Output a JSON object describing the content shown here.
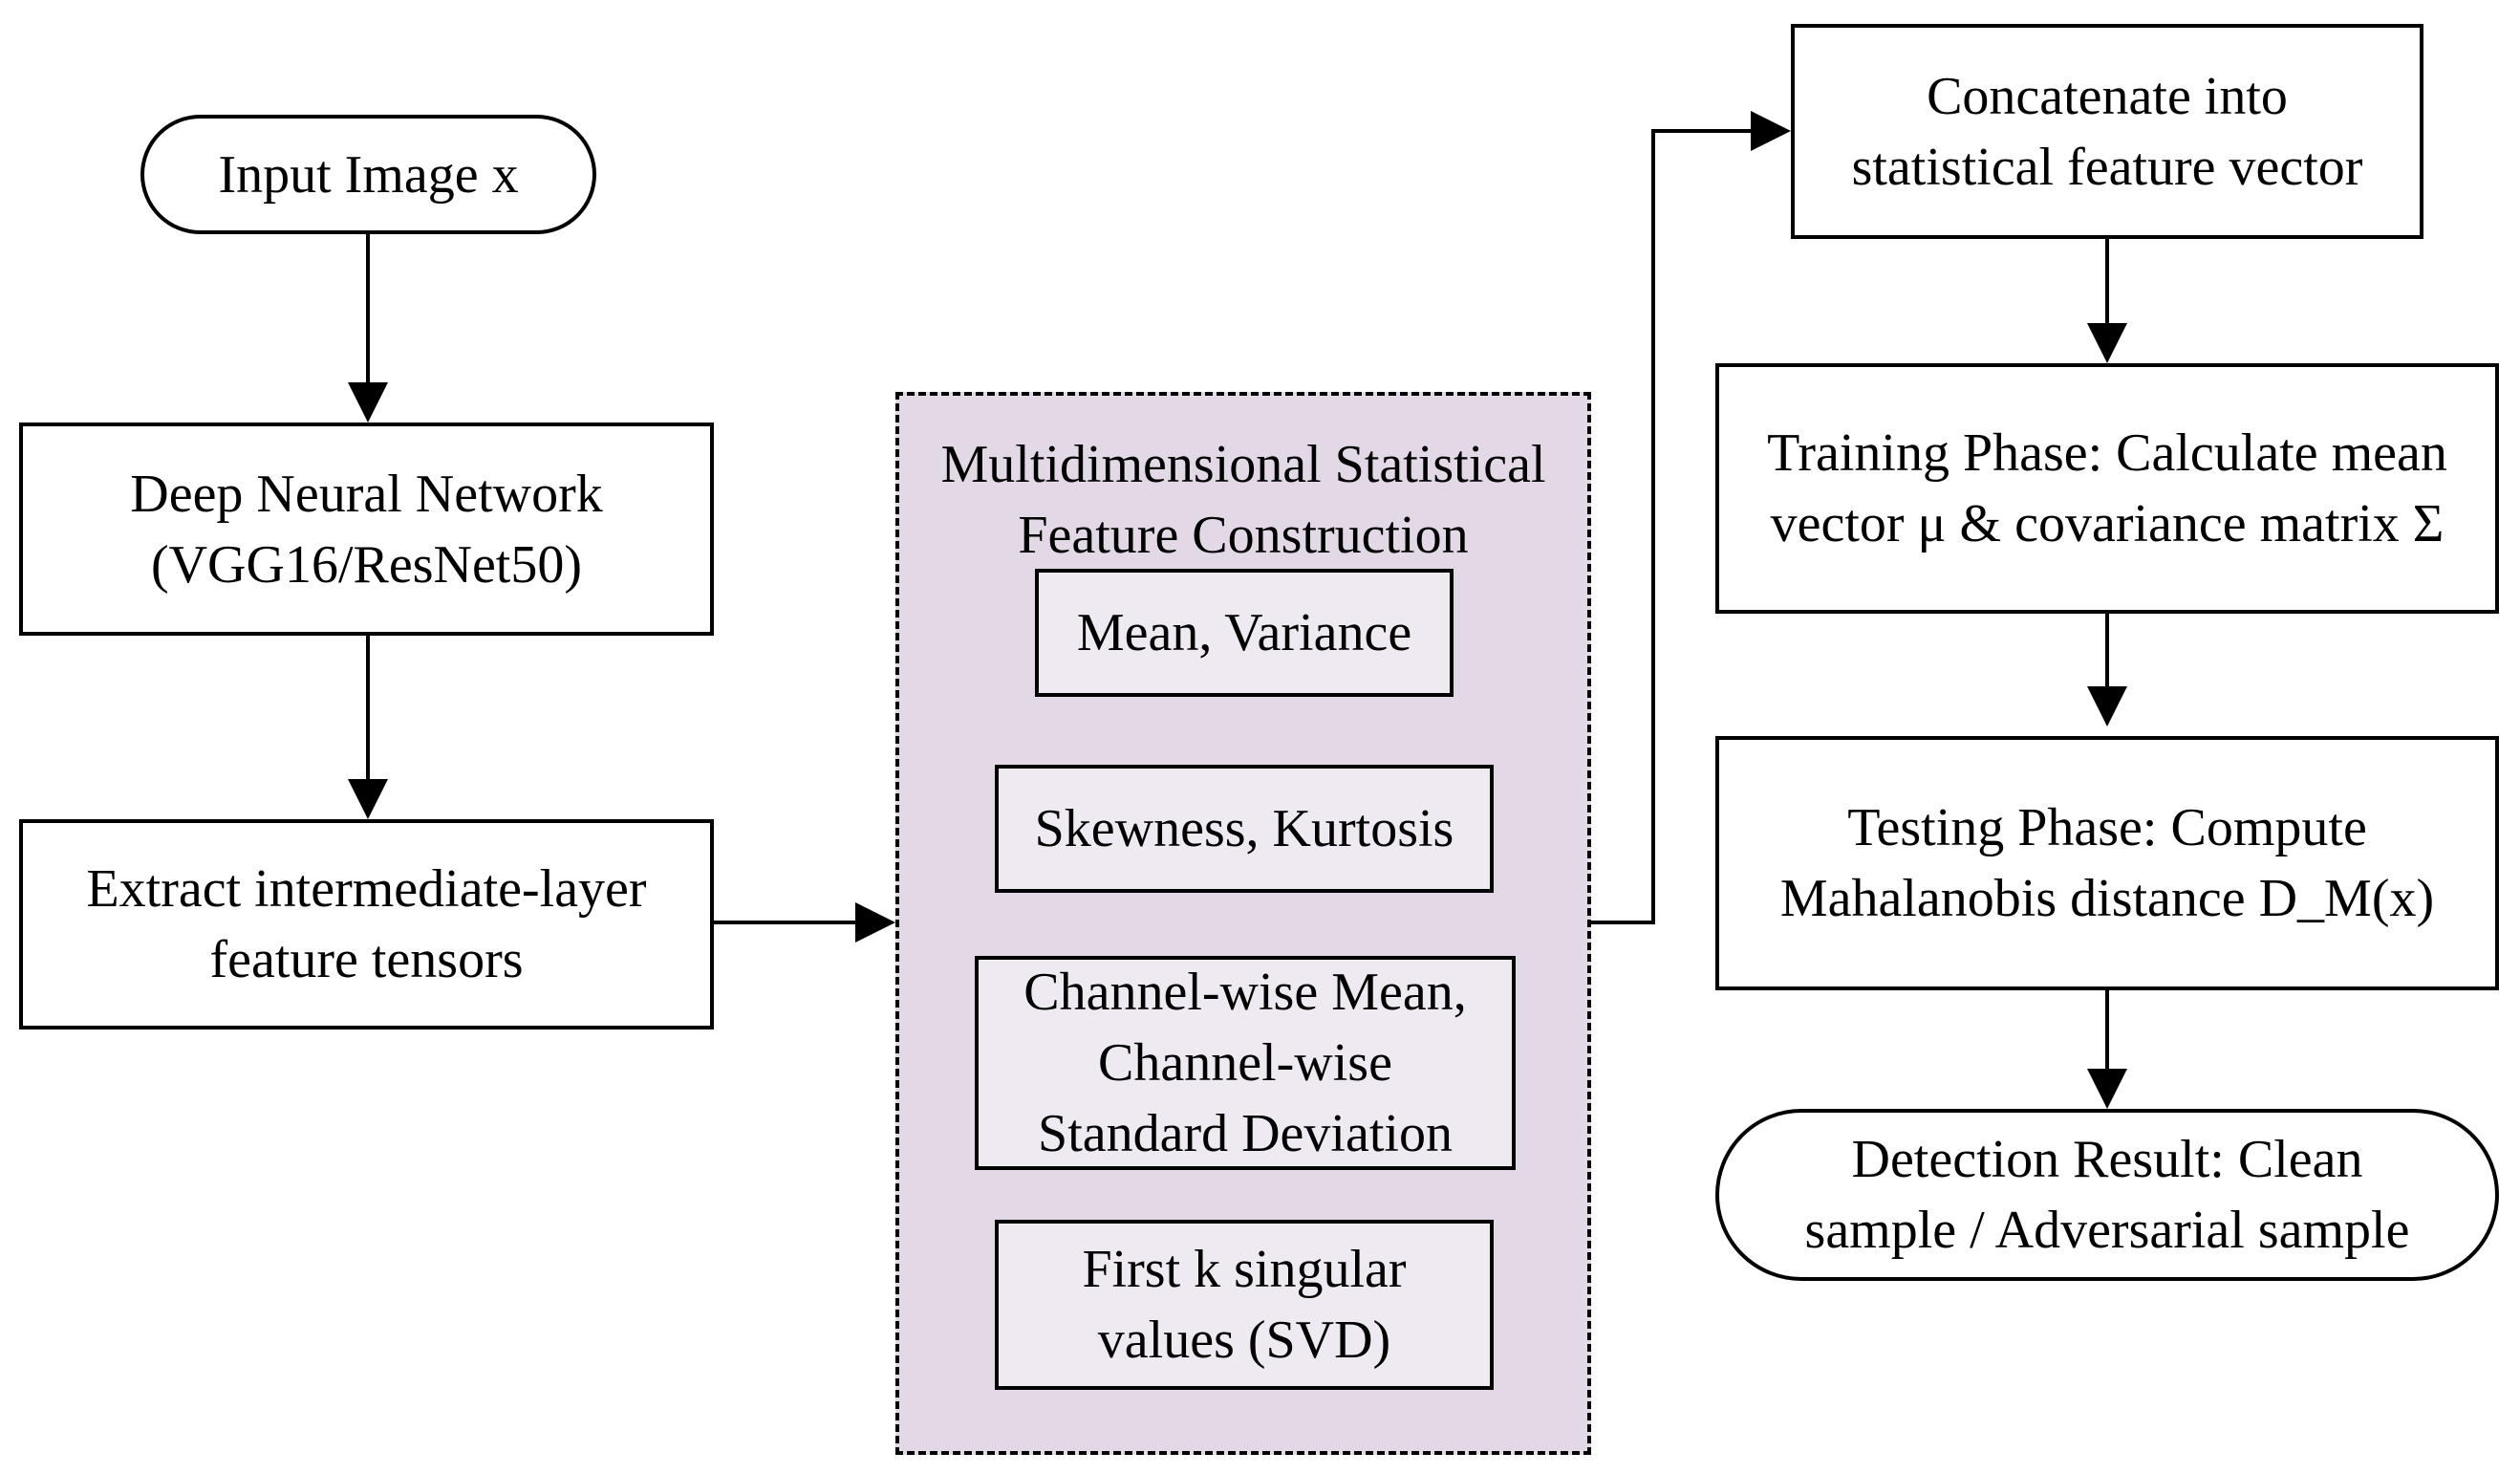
{
  "input": {
    "label": "Input Image x"
  },
  "dnn": {
    "lines": [
      "Deep Neural Network",
      "(VGG16/ResNet50)"
    ]
  },
  "extract": {
    "lines": [
      "Extract intermediate-layer",
      "feature tensors"
    ]
  },
  "stats_group": {
    "title": [
      "Multidimensional Statistical",
      "Feature Construction"
    ],
    "items": [
      {
        "lines": [
          "Mean, Variance"
        ]
      },
      {
        "lines": [
          "Skewness, Kurtosis"
        ]
      },
      {
        "lines": [
          "Channel-wise Mean,",
          "Channel-wise",
          "Standard Deviation"
        ]
      },
      {
        "lines": [
          "First k singular",
          "values (SVD)"
        ]
      }
    ]
  },
  "concat": {
    "lines": [
      "Concatenate into",
      "statistical feature vector"
    ]
  },
  "training": {
    "lines": [
      "Training Phase: Calculate mean",
      "vector μ & covariance matrix Σ"
    ]
  },
  "testing": {
    "lines": [
      "Testing Phase: Compute",
      "Mahalanobis distance D_M(x)"
    ]
  },
  "result": {
    "lines": [
      "Detection Result: Clean",
      "sample / Adversarial sample"
    ]
  }
}
